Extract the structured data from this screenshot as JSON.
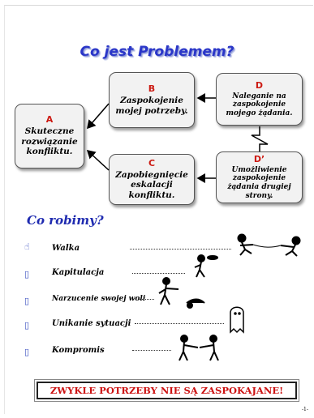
{
  "title": "Co jest Problemem?",
  "boxes": {
    "a": {
      "letter": "A",
      "text": "Skuteczne rozwiązanie konfliktu."
    },
    "b": {
      "letter": "B",
      "text": "Zaspokojenie mojej potrzeby."
    },
    "d": {
      "letter": "D",
      "text": "Naleganie na zaspokojenie mojego żądania."
    },
    "c": {
      "letter": "C",
      "text": "Zapobiegnięcie eskalacji konfliktu."
    },
    "d_prime": {
      "letter": "D’",
      "text": "Umożliwienie zaspokojenie żądania drugiej strony."
    }
  },
  "section_title": "Co robimy?",
  "behaviors": [
    {
      "label": "Walka",
      "icon": "hand-pointer-icon"
    },
    {
      "label": "Kapitulacja",
      "icon": "bullet-square-icon"
    },
    {
      "label": "Narzucenie swojej woli",
      "icon": "bullet-square-icon"
    },
    {
      "label": "Unikanie sytuacji",
      "icon": "bullet-square-icon"
    },
    {
      "label": "Kompromis",
      "icon": "bullet-square-icon"
    }
  ],
  "banner": "ZWYKLE POTRZEBY NIE SĄ ZASPOKAJANE!",
  "page_number": "-1-",
  "colors": {
    "title": "#2a36c8",
    "letters": "#cc1a12",
    "banner_text": "#cc1111"
  }
}
